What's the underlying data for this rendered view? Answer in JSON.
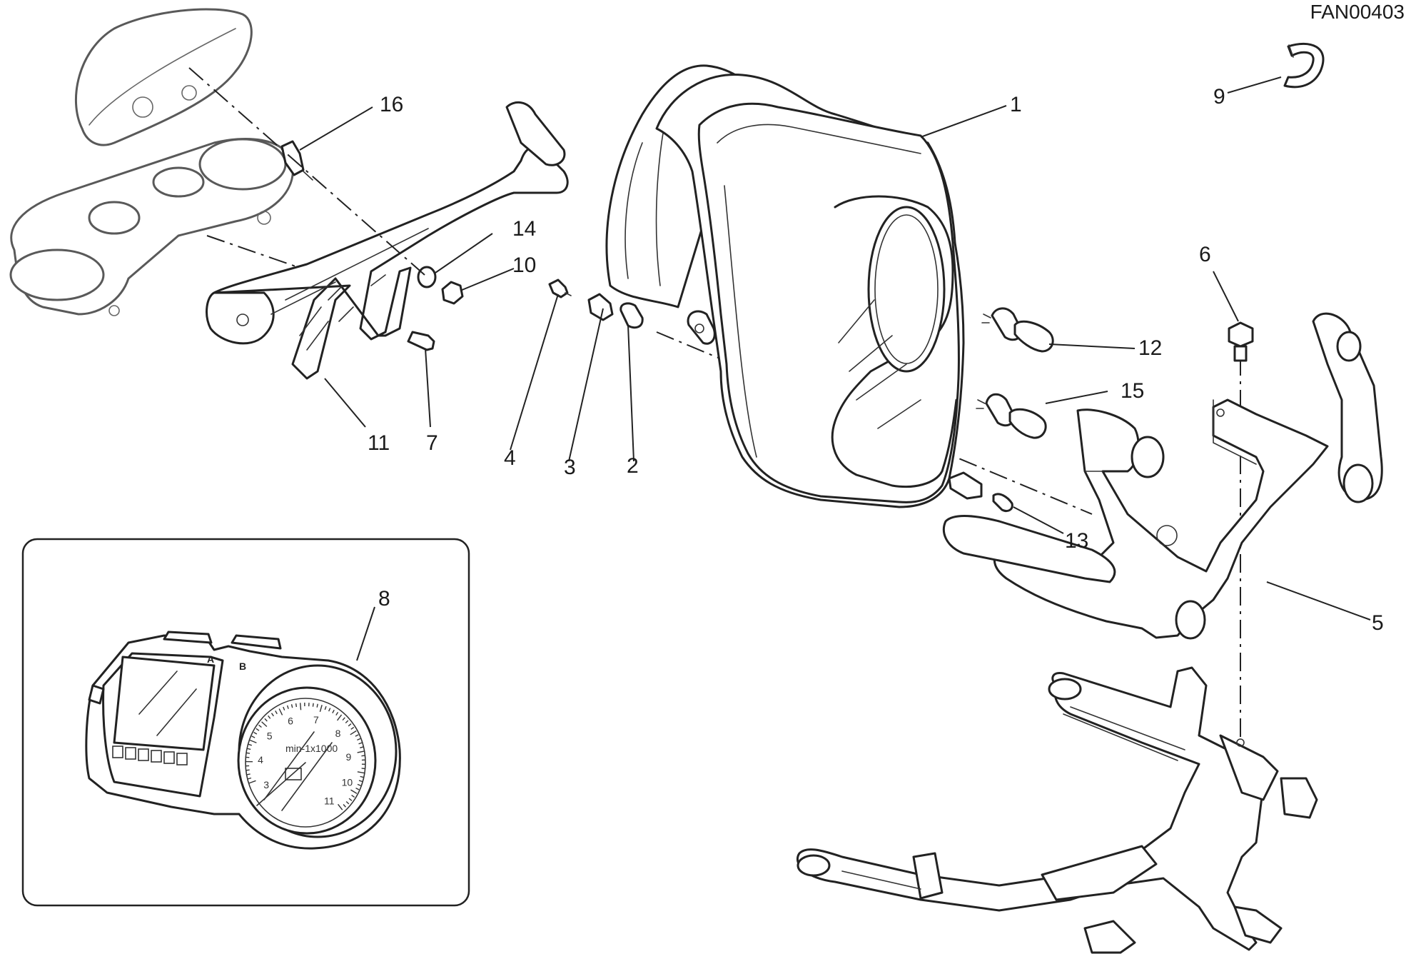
{
  "drawing_code": "FAN00403",
  "callouts": [
    {
      "id": "c1",
      "label": "1"
    },
    {
      "id": "c2",
      "label": "2"
    },
    {
      "id": "c3",
      "label": "3"
    },
    {
      "id": "c4",
      "label": "4"
    },
    {
      "id": "c5",
      "label": "5"
    },
    {
      "id": "c6",
      "label": "6"
    },
    {
      "id": "c7",
      "label": "7"
    },
    {
      "id": "c8",
      "label": "8"
    },
    {
      "id": "c9",
      "label": "9"
    },
    {
      "id": "c10",
      "label": "10"
    },
    {
      "id": "c11",
      "label": "11"
    },
    {
      "id": "c12",
      "label": "12"
    },
    {
      "id": "c13",
      "label": "13"
    },
    {
      "id": "c14",
      "label": "14"
    },
    {
      "id": "c15",
      "label": "15"
    },
    {
      "id": "c16",
      "label": "16"
    }
  ],
  "instrument_panel": {
    "button_a": "A",
    "button_b": "B",
    "rpm_unit": "min-1x1000",
    "rpm_scale": [
      "3",
      "4",
      "5",
      "6",
      "7",
      "8",
      "9",
      "10",
      "11"
    ]
  },
  "colors": {
    "line": "#222222",
    "background": "#ffffff"
  }
}
